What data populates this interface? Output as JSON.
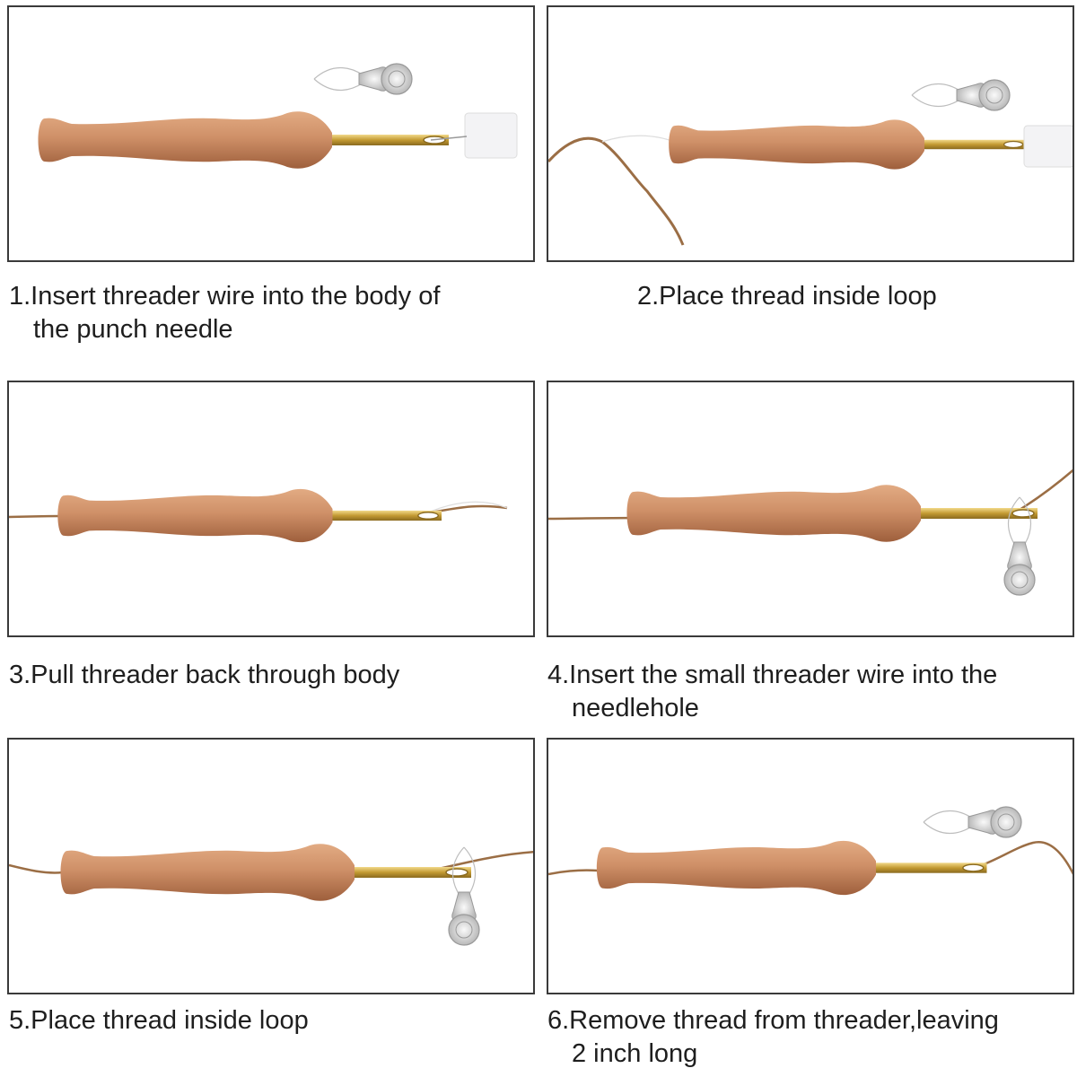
{
  "steps": [
    {
      "line1": "1.Insert threader wire into the body of",
      "line2": "the punch needle"
    },
    {
      "line1": "2.Place thread inside loop",
      "line2": ""
    },
    {
      "line1": "3.Pull threader back through body",
      "line2": ""
    },
    {
      "line1": "4.Insert the small threader wire into the",
      "line2": "needlehole"
    },
    {
      "line1": "5.Place thread inside loop",
      "line2": ""
    },
    {
      "line1": "6.Remove thread from threader,leaving",
      "line2": "2 inch long"
    }
  ],
  "colors": {
    "wood": "#c98a5e",
    "brass": "#c9a441",
    "thread": "#9b6e45",
    "border": "#3a3a3a"
  }
}
